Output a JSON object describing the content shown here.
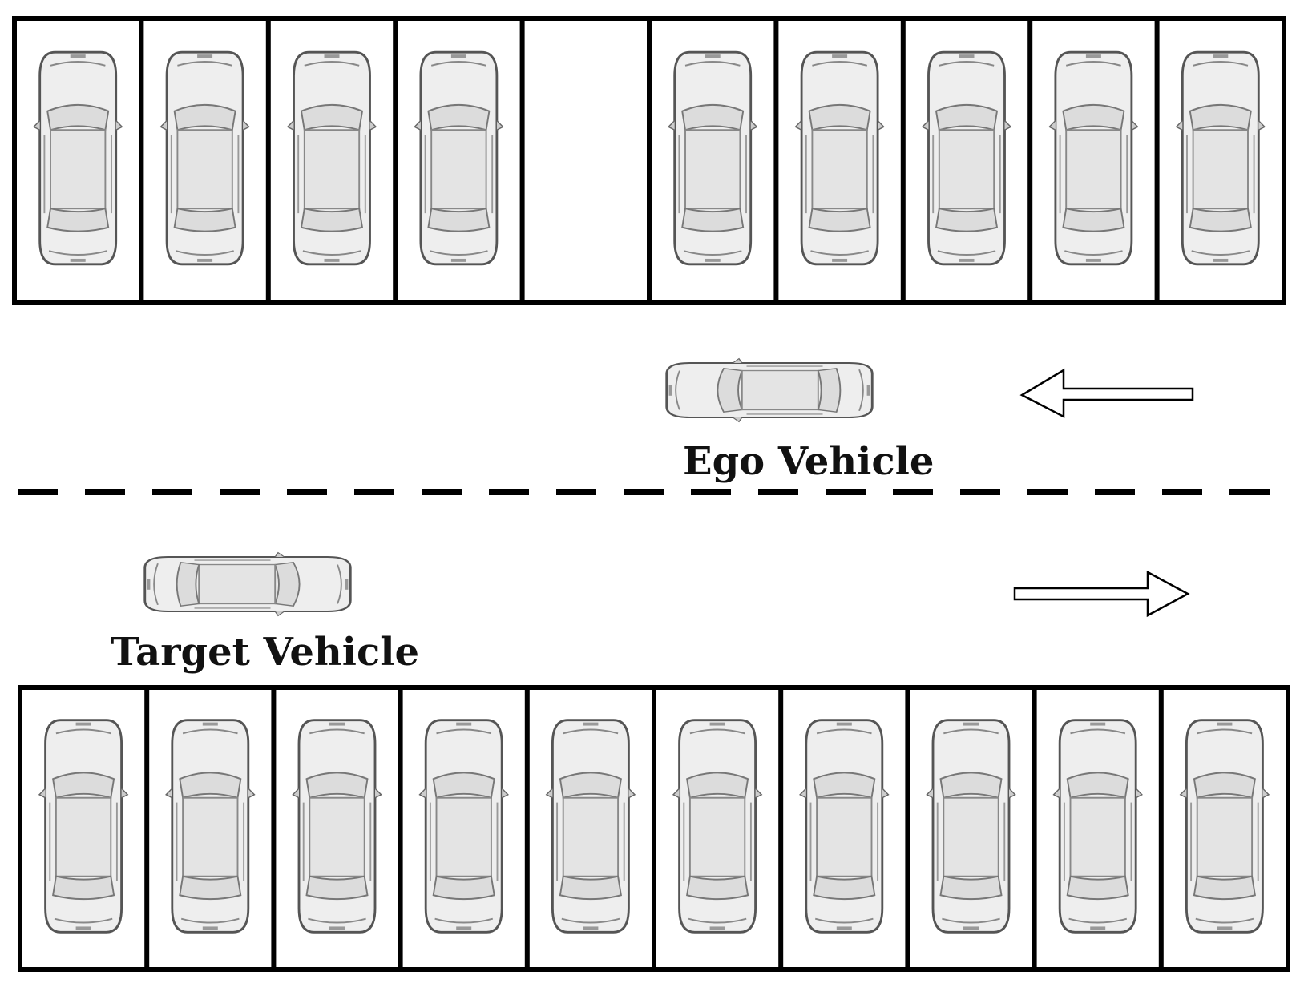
{
  "labels": {
    "ego_vehicle": "Ego Vehicle",
    "target_vehicle": "Target Vehicle"
  },
  "top_row": {
    "slots": [
      {
        "occupied": true
      },
      {
        "occupied": true
      },
      {
        "occupied": true
      },
      {
        "occupied": true
      },
      {
        "occupied": false
      },
      {
        "occupied": true
      },
      {
        "occupied": true
      },
      {
        "occupied": true
      },
      {
        "occupied": true
      },
      {
        "occupied": true
      }
    ]
  },
  "bottom_row": {
    "slots": [
      {
        "occupied": true
      },
      {
        "occupied": true
      },
      {
        "occupied": true
      },
      {
        "occupied": true
      },
      {
        "occupied": true
      },
      {
        "occupied": true
      },
      {
        "occupied": true
      },
      {
        "occupied": true
      },
      {
        "occupied": true
      },
      {
        "occupied": true
      }
    ]
  },
  "lanes": {
    "upper_lane_direction": "left",
    "lower_lane_direction": "right"
  },
  "colors": {
    "line": "#000000",
    "car_body": "#eeeeee",
    "car_outline": "#555555",
    "car_glass": "#dcdcdc"
  }
}
